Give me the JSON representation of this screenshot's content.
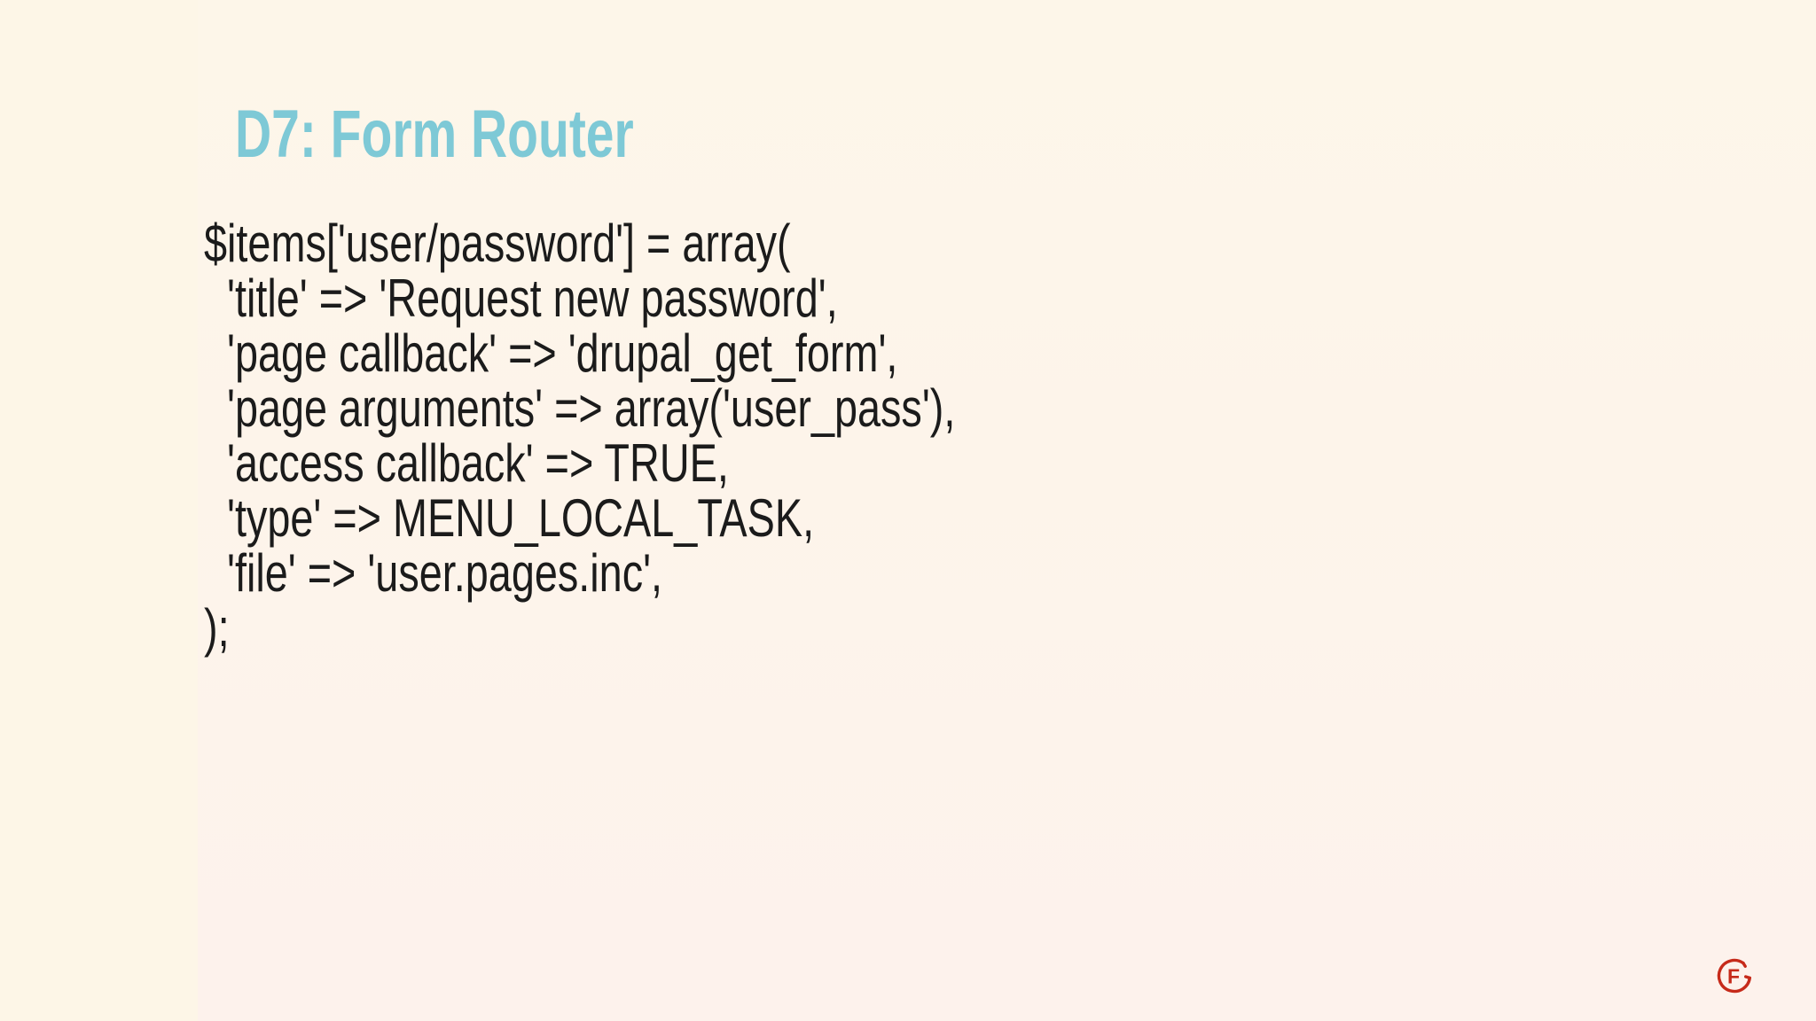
{
  "slide": {
    "title": "D7: Form Router",
    "code": {
      "lines": [
        "$items['user/password'] = array(",
        "  'title' => 'Request new password',",
        "  'page callback' => 'drupal_get_form',",
        "  'page arguments' => array('user_pass'),",
        "  'access callback' => TRUE,",
        "  'type' => MENU_LOCAL_TASK,",
        "  'file' => 'user.pages.inc',",
        ");"
      ]
    },
    "logo": {
      "letter": "F"
    },
    "colors": {
      "title": "#7ec9d6",
      "code_text": "#1b1b1b",
      "background_left_strip": "#fdf6e7",
      "background_top": "#fdf6e9",
      "background_bottom": "#fdf2ec",
      "logo_red": "#c62a1a"
    }
  }
}
